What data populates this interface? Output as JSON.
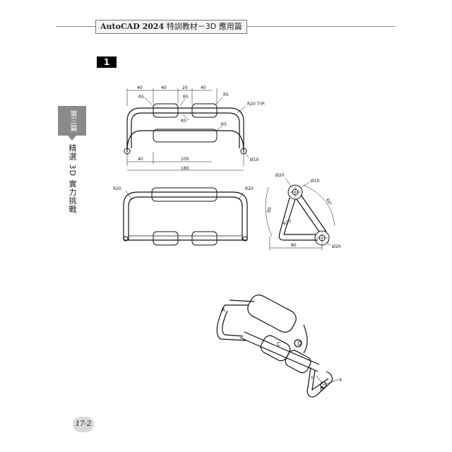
{
  "header": {
    "brand": "AutoCAD 2024",
    "title": "特訓教材－3D 應用篇"
  },
  "exercise_number": "1",
  "side_tab": "第三篇",
  "side_title": "精選 3D 實力挑戰",
  "page_number": "17-2",
  "dimensions": {
    "top_40a": "40",
    "top_40b": "40",
    "top_20": "20",
    "top_40c": "40",
    "r5_a": "R5",
    "r5_b": "R5",
    "r5_c": "R5",
    "r5_d": "R5",
    "r5_e": "R5",
    "r20_typ": "R20 TYP.",
    "bottom_40": "40",
    "bottom_100": "100",
    "bottom_180": "180",
    "phi10_front": "Ø10",
    "plan_r20_left": "R20",
    "plan_r20_right": "R20",
    "side_phi20_top": "Ø20",
    "side_phi10": "Ø10",
    "side_80_vert": "80",
    "side_60deg": "60°",
    "side_r20": "R20",
    "side_80_horiz": "80",
    "side_phi20_bottom": "Ø20"
  },
  "iso_labels": {
    "a": "A",
    "b": "B",
    "c": "C",
    "d": "D",
    "x": "X",
    "y": "Y"
  }
}
